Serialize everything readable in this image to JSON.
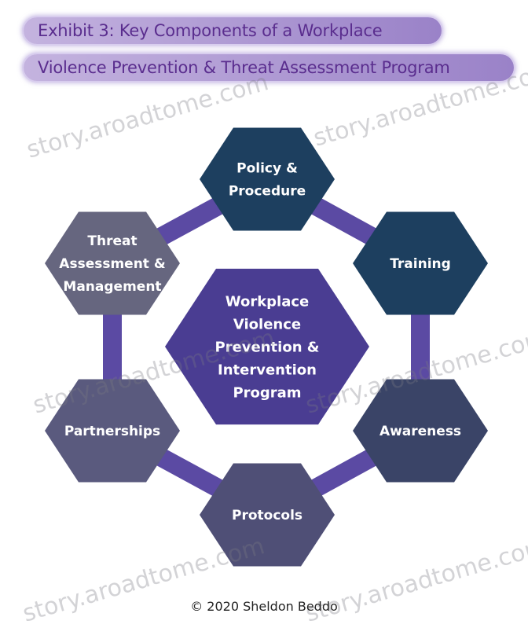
{
  "title": {
    "line1": "Exhibit 3: Key Components of a Workplace",
    "line2": "Violence Prevention & Threat Assessment Program"
  },
  "center": {
    "lines": [
      "Workplace",
      "Violence",
      "Prevention &",
      "Intervention",
      "Program"
    ],
    "color": "#4a3d92"
  },
  "components": [
    {
      "id": "policy",
      "lines": [
        "Policy &",
        "Procedure"
      ],
      "color": "#1d3f5f"
    },
    {
      "id": "training",
      "lines": [
        "Training"
      ],
      "color": "#1d3f5f"
    },
    {
      "id": "awareness",
      "lines": [
        "Awareness"
      ],
      "color": "#3a4467"
    },
    {
      "id": "protocols",
      "lines": [
        "Protocols"
      ],
      "color": "#4f4f76"
    },
    {
      "id": "partnerships",
      "lines": [
        "Partnerships"
      ],
      "color": "#5a5a7e"
    },
    {
      "id": "threat",
      "lines": [
        "Threat",
        "Assessment &",
        "Management"
      ],
      "color": "#66667f"
    }
  ],
  "connector_color": "#5b4aa3",
  "watermark_text": "story.aroadtome.com",
  "copyright": "© 2020 Sheldon Beddo"
}
